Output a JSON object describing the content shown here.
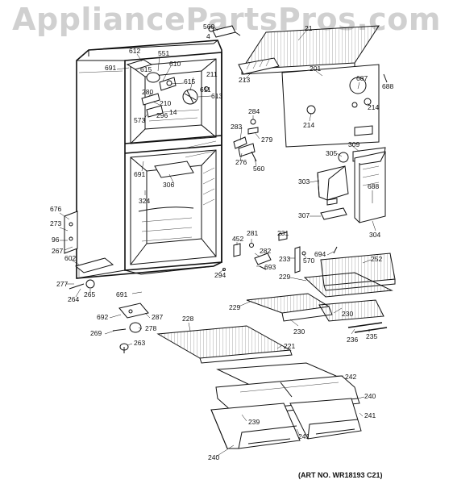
{
  "watermark": "AppliancePartsPros.com",
  "art_note": "(ART NO. WR18193 C21)",
  "callouts": [
    {
      "id": "c-612",
      "text": "612"
    },
    {
      "id": "c-551",
      "text": "551"
    },
    {
      "id": "c-610",
      "text": "610"
    },
    {
      "id": "c-691a",
      "text": "691"
    },
    {
      "id": "c-615a",
      "text": "615"
    },
    {
      "id": "c-615b",
      "text": "615"
    },
    {
      "id": "c-611",
      "text": "611"
    },
    {
      "id": "c-211",
      "text": "211"
    },
    {
      "id": "c-613",
      "text": "613"
    },
    {
      "id": "c-280",
      "text": "280"
    },
    {
      "id": "c-210",
      "text": "210"
    },
    {
      "id": "c-14",
      "text": "14"
    },
    {
      "id": "c-573",
      "text": "573"
    },
    {
      "id": "c-296",
      "text": "296"
    },
    {
      "id": "c-560a",
      "text": "560"
    },
    {
      "id": "c-4",
      "text": "4"
    },
    {
      "id": "c-21",
      "text": "21"
    },
    {
      "id": "c-213",
      "text": "213"
    },
    {
      "id": "c-201",
      "text": "201"
    },
    {
      "id": "c-687",
      "text": "687"
    },
    {
      "id": "c-688a",
      "text": "688"
    },
    {
      "id": "c-214a",
      "text": "214"
    },
    {
      "id": "c-214b",
      "text": "214"
    },
    {
      "id": "c-284",
      "text": "284"
    },
    {
      "id": "c-283",
      "text": "283"
    },
    {
      "id": "c-279",
      "text": "279"
    },
    {
      "id": "c-276",
      "text": "276"
    },
    {
      "id": "c-560b",
      "text": "560"
    },
    {
      "id": "c-309",
      "text": "309"
    },
    {
      "id": "c-305",
      "text": "305"
    },
    {
      "id": "c-303",
      "text": "303"
    },
    {
      "id": "c-688b",
      "text": "688"
    },
    {
      "id": "c-307",
      "text": "307"
    },
    {
      "id": "c-304",
      "text": "304"
    },
    {
      "id": "c-691b",
      "text": "691"
    },
    {
      "id": "c-306",
      "text": "306"
    },
    {
      "id": "c-324",
      "text": "324"
    },
    {
      "id": "c-676",
      "text": "676"
    },
    {
      "id": "c-273",
      "text": "273"
    },
    {
      "id": "c-96",
      "text": "96"
    },
    {
      "id": "c-267",
      "text": "267"
    },
    {
      "id": "c-602",
      "text": "602"
    },
    {
      "id": "c-277",
      "text": "277"
    },
    {
      "id": "c-265",
      "text": "265"
    },
    {
      "id": "c-264",
      "text": "264"
    },
    {
      "id": "c-691c",
      "text": "691"
    },
    {
      "id": "c-294",
      "text": "294"
    },
    {
      "id": "c-452",
      "text": "452"
    },
    {
      "id": "c-281",
      "text": "281"
    },
    {
      "id": "c-231",
      "text": "231"
    },
    {
      "id": "c-282",
      "text": "282"
    },
    {
      "id": "c-233",
      "text": "233"
    },
    {
      "id": "c-570",
      "text": "570"
    },
    {
      "id": "c-693",
      "text": "693"
    },
    {
      "id": "c-694",
      "text": "694"
    },
    {
      "id": "c-252",
      "text": "252"
    },
    {
      "id": "c-229a",
      "text": "229"
    },
    {
      "id": "c-229b",
      "text": "229"
    },
    {
      "id": "c-230a",
      "text": "230"
    },
    {
      "id": "c-230b",
      "text": "230"
    },
    {
      "id": "c-236",
      "text": "236"
    },
    {
      "id": "c-235",
      "text": "235"
    },
    {
      "id": "c-692",
      "text": "692"
    },
    {
      "id": "c-287",
      "text": "287"
    },
    {
      "id": "c-269",
      "text": "269"
    },
    {
      "id": "c-278",
      "text": "278"
    },
    {
      "id": "c-263",
      "text": "263"
    },
    {
      "id": "c-228",
      "text": "228"
    },
    {
      "id": "c-221",
      "text": "221"
    },
    {
      "id": "c-242",
      "text": "242"
    },
    {
      "id": "c-240a",
      "text": "240"
    },
    {
      "id": "c-241a",
      "text": "241"
    },
    {
      "id": "c-239",
      "text": "239"
    },
    {
      "id": "c-241b",
      "text": "241"
    },
    {
      "id": "c-240b",
      "text": "240"
    }
  ]
}
